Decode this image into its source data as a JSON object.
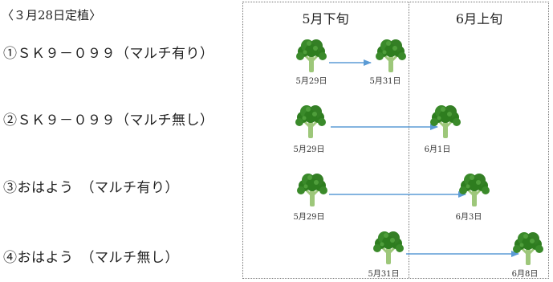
{
  "header_note": "〈３月28日定植〉",
  "columns": [
    {
      "label": "5月下旬"
    },
    {
      "label": "6月上旬"
    }
  ],
  "rows": [
    {
      "label": "①ＳＫ９－０９９（マルチ有り）",
      "start_label": "5月29日",
      "end_label": "5月31日"
    },
    {
      "label": "②ＳＫ９－０９９（マルチ無し）",
      "start_label": "5月29日",
      "end_label": "6月1日"
    },
    {
      "label": "③おはよう　（マルチ有り）",
      "start_label": "5月29日",
      "end_label": "6月3日"
    },
    {
      "label": "④おはよう　（マルチ無し）",
      "start_label": "5月31日",
      "end_label": "6月8日"
    }
  ],
  "colors": {
    "arrow": "#5b9bd5",
    "broccoli_head": "#2e7d1f",
    "broccoli_stem": "#9dc77a",
    "border": "#777777"
  }
}
